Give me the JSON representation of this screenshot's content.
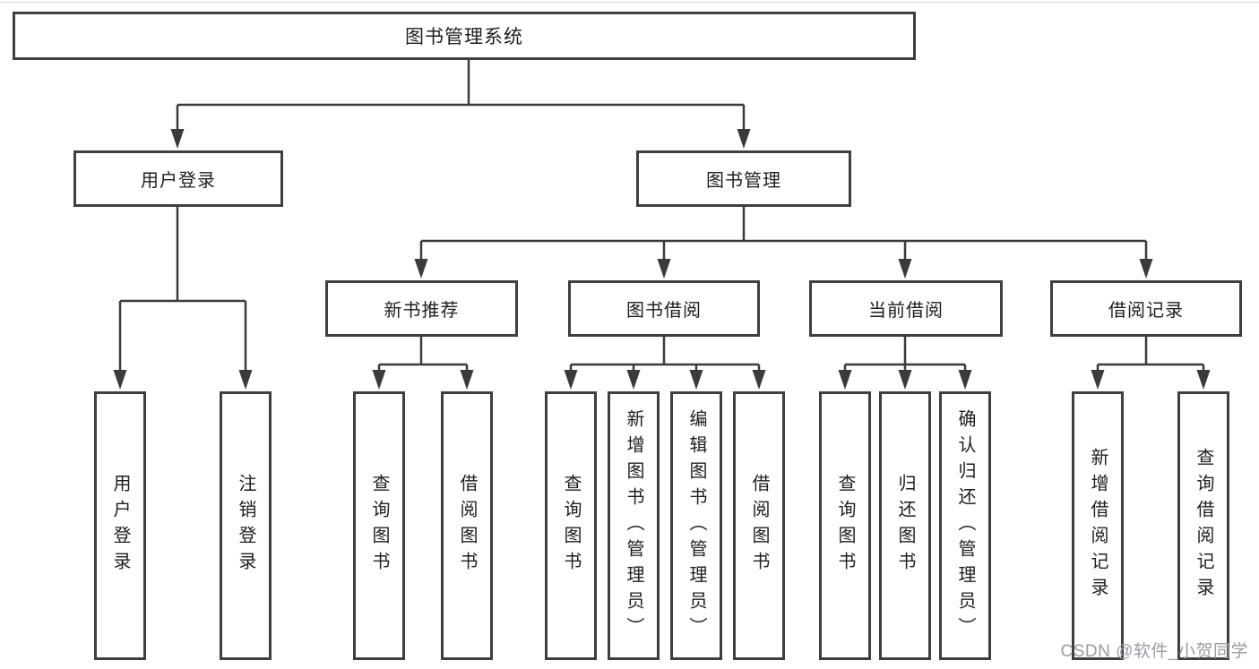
{
  "diagram": {
    "root": {
      "label": "图书管理系统"
    },
    "level1": {
      "user_login": {
        "label": "用户登录"
      },
      "book_management": {
        "label": "图书管理"
      }
    },
    "level2": {
      "new_book_recommend": {
        "label": "新书推荐"
      },
      "book_borrow": {
        "label": "图书借阅"
      },
      "current_borrow": {
        "label": "当前借阅"
      },
      "borrow_record": {
        "label": "借阅记录"
      }
    },
    "leaves": {
      "user_login": [
        "用户登录",
        "注销登录"
      ],
      "new_book_recommend": [
        "查询图书",
        "借阅图书"
      ],
      "book_borrow": [
        "查询图书",
        "新增图书（管理员）",
        "编辑图书（管理员）",
        "借阅图书"
      ],
      "current_borrow": [
        "查询图书",
        "归还图书",
        "确认归还（管理员）"
      ],
      "borrow_record": [
        "新增借阅记录",
        "查询借阅记录"
      ]
    }
  },
  "watermark": {
    "text": "CSDN @软件_小贺同学"
  },
  "colors": {
    "line": "#3b3b3b",
    "box_border": "#3f3f3f",
    "text": "#1e1e1e",
    "watermark": "#9b9ba3",
    "background": "#ffffff"
  }
}
